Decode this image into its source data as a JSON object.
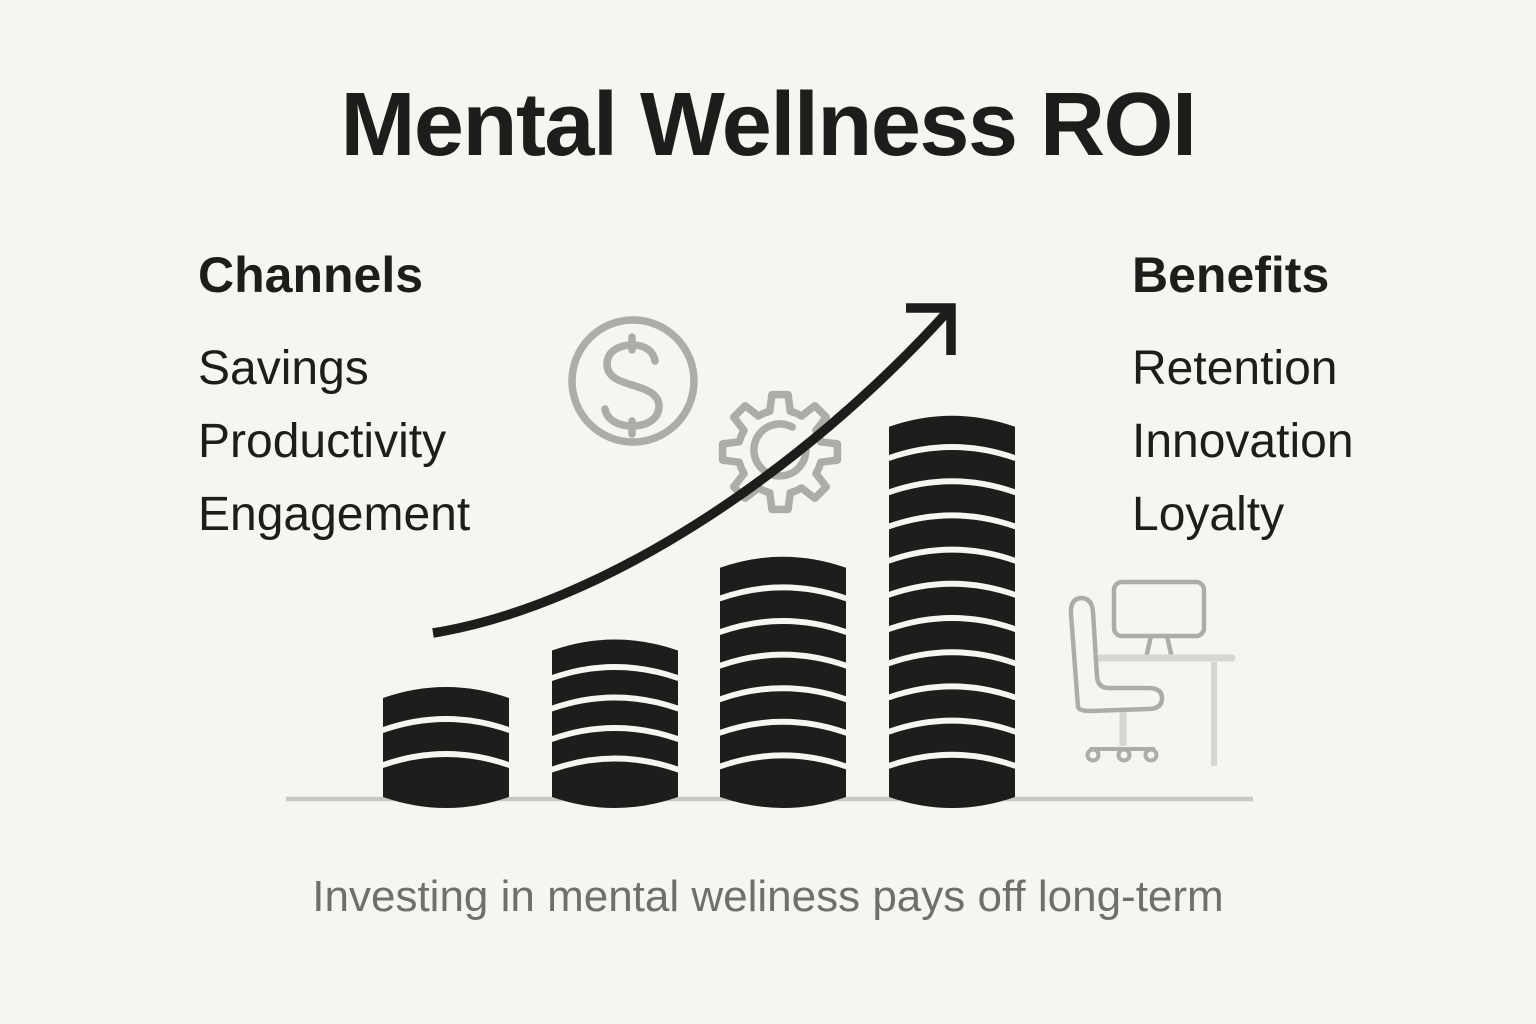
{
  "title": "Mental Wellness ROI",
  "channels": {
    "heading": "Channels",
    "items": [
      "Savings",
      "Productivity",
      "Engagement"
    ]
  },
  "benefits": {
    "heading": "Benefits",
    "items": [
      "Retention",
      "Innovation",
      "Loyalty"
    ]
  },
  "caption": "Investing in mental weliness pays off long-term",
  "colors": {
    "bg": "#f6f5f1",
    "ink": "#1d1d1b",
    "muted": "#6f6f6b",
    "icon": "#abada7",
    "icon_light": "#d5d7d1",
    "line": "#c9c9c3"
  },
  "icons": [
    "dollar-coin-icon",
    "gear-icon",
    "growth-arrow-icon",
    "desk-chair-icon",
    "coin-stack"
  ],
  "chart_data": {
    "type": "bar",
    "title": "Mental Wellness ROI",
    "categories": [
      "stack-1",
      "stack-2",
      "stack-3",
      "stack-4"
    ],
    "values": [
      3,
      5,
      7,
      11
    ],
    "unit": "coins",
    "trend": "increasing",
    "xlabel": "",
    "ylabel": "",
    "annotation": "upward growth arrow over rising coin stacks"
  }
}
